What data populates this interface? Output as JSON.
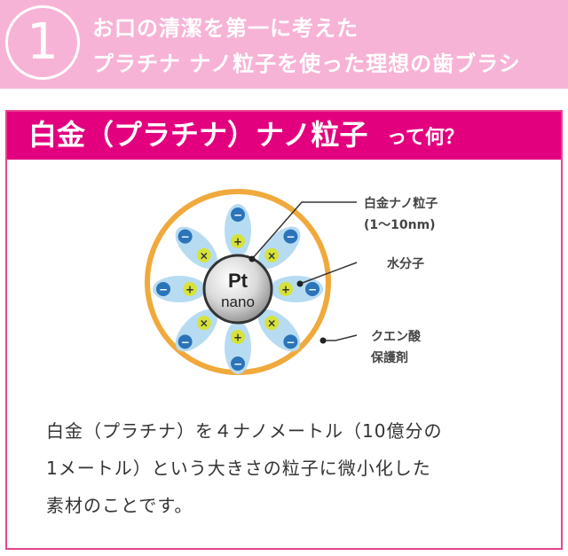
{
  "header": {
    "number": "1",
    "line1": "お口の清潔を第一に考えた",
    "line2": "プラチナ ナノ粒子を使った理想の歯ブラシ"
  },
  "card": {
    "title": "白金（プラチナ）ナノ粒子",
    "title_suffix": "って何？"
  },
  "diagram": {
    "center_symbol": "Pt",
    "center_sub": "nano",
    "labels": {
      "particle": "白金ナノ粒子",
      "particle_size": "(1〜10nm)",
      "water": "水分子",
      "citric_1": "クエン酸",
      "citric_2": "保護剤"
    },
    "signs": {
      "minus": "−",
      "plus": "+",
      "cross": "×"
    },
    "colors": {
      "ring": "#f0a93c",
      "capsule": "#b7dcf2",
      "minus_dot": "#2b74b9",
      "plus_dot": "#d7e23a"
    }
  },
  "description": {
    "line1": "白金（プラチナ）を４ナノメートル（10億分の",
    "line2": "1メートル）という大きさの粒子に微小化した",
    "line3": "素材のことです。"
  },
  "colors": {
    "header_bg": "#f7b3d6",
    "accent": "#e3007f"
  }
}
